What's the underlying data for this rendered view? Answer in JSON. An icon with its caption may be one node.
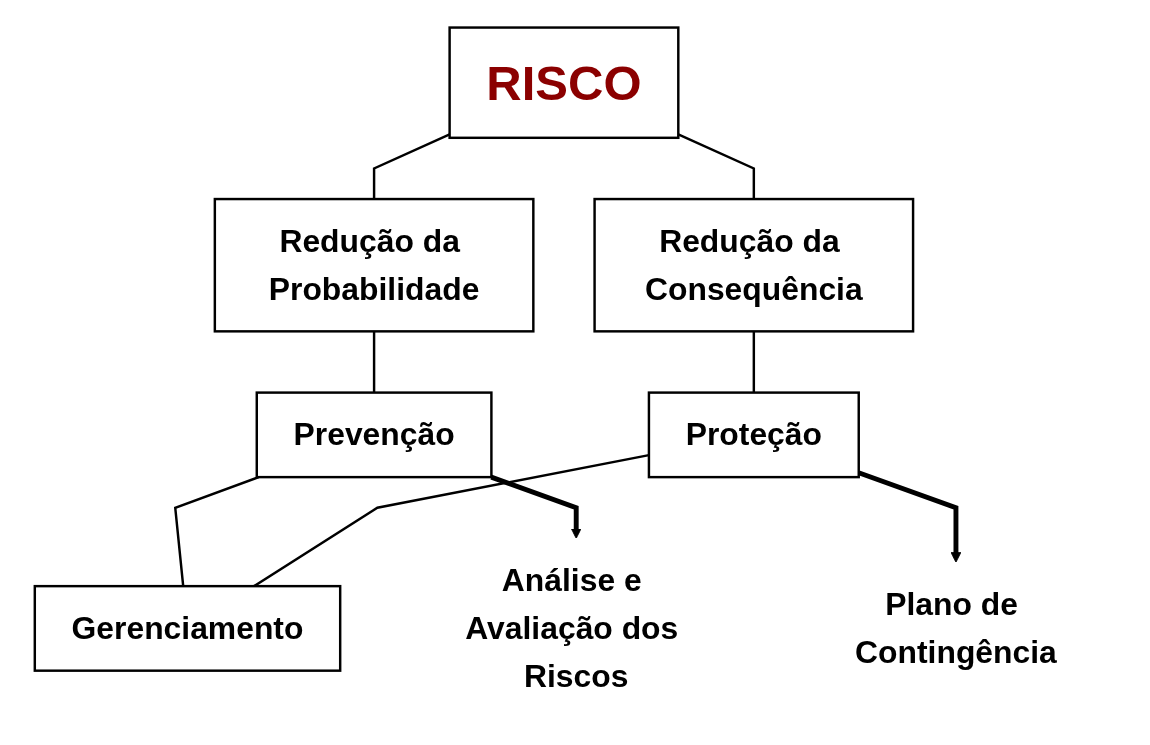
{
  "diagram": {
    "nodes": [
      {
        "text": [
          "RISCO"
        ]
      },
      {
        "text": [
          "Redução da Probabilidade"
        ]
      },
      {
        "text": [
          "Redução da Consequência"
        ]
      },
      {
        "text": [
          "Prevenção"
        ]
      },
      {
        "text": [
          "Proteção"
        ]
      },
      {
        "text": [
          "Gerenciamento"
        ]
      },
      {
        "text": [
          "Análise e Avaliação dos Riscos"
        ]
      },
      {
        "text": [
          "Plano de Contingência"
        ]
      }
    ],
    "edges": [
      {
        "from": 0,
        "to": 1,
        "arrow": "none"
      },
      {
        "from": 0,
        "to": 2,
        "arrow": "none"
      },
      {
        "from": 1,
        "to": 3,
        "arrow": "none"
      },
      {
        "from": 2,
        "to": 4,
        "arrow": "none"
      },
      {
        "from": 3,
        "to": 5,
        "arrow": "none"
      },
      {
        "from": 4,
        "to": 5,
        "arrow": "none"
      },
      {
        "from": 3,
        "to": 6,
        "arrow": "to",
        "style": "thick"
      },
      {
        "from": 4,
        "to": 7,
        "arrow": "to",
        "style": "thick"
      }
    ]
  }
}
